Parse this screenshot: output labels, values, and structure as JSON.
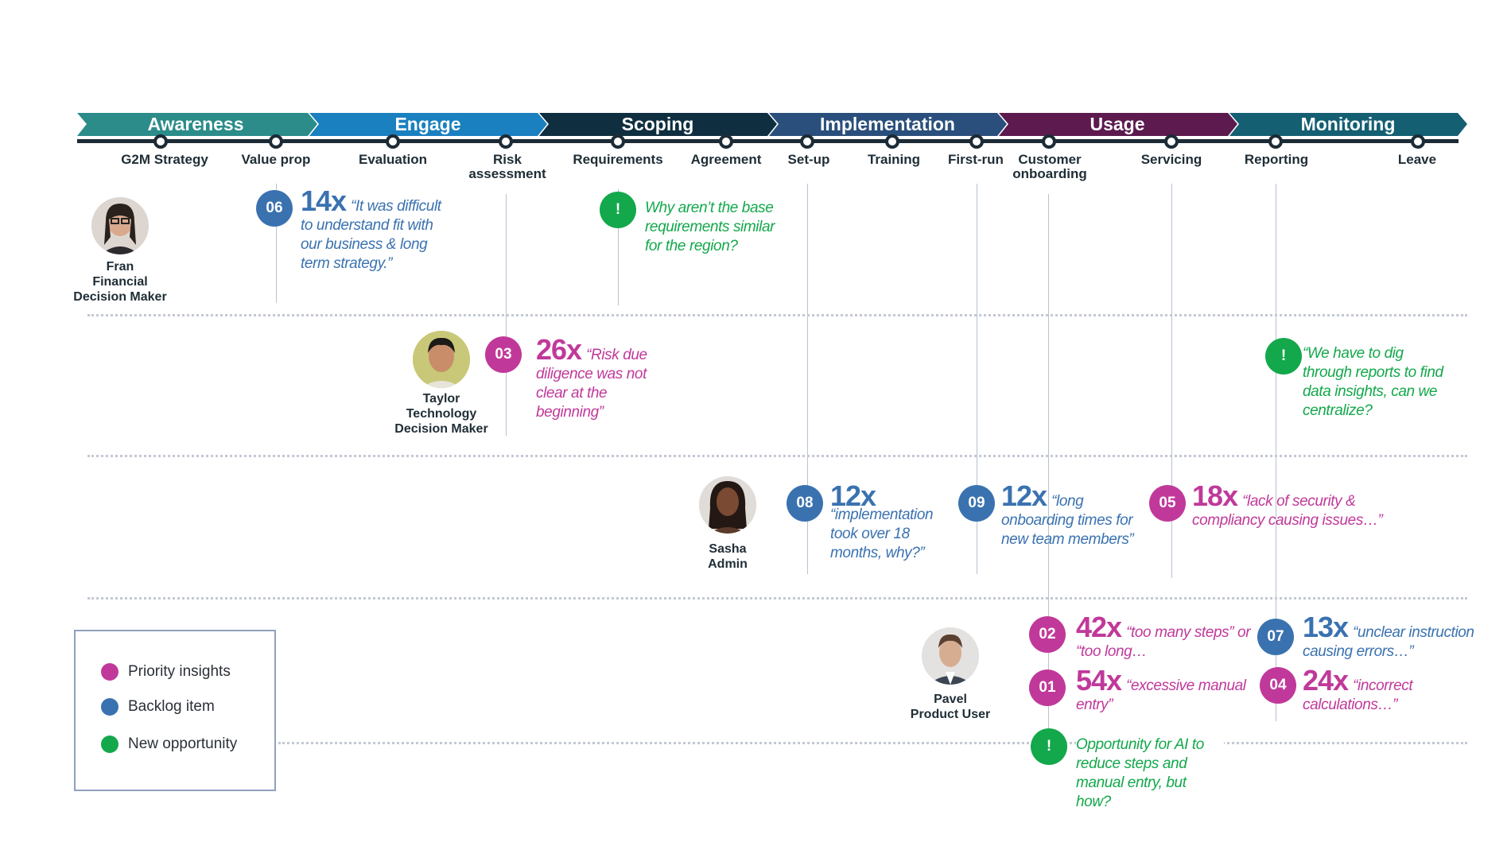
{
  "stages": [
    "Awareness",
    "Engage",
    "Scoping",
    "Implementation",
    "Usage",
    "Monitoring"
  ],
  "steps": [
    "G2M Strategy",
    "Value prop",
    "Evaluation",
    "Risk assessment",
    "Requirements",
    "Agreement",
    "Set-up",
    "Training",
    "First-run",
    "Customer onboarding",
    "Servicing",
    "Reporting",
    "Leave"
  ],
  "personas": [
    {
      "name": "Fran",
      "role": "Financial Decision Maker"
    },
    {
      "name": "Taylor",
      "role": "Technology Decision Maker"
    },
    {
      "name": "Sasha",
      "role": "Admin"
    },
    {
      "name": "Pavel",
      "role": "Product User"
    }
  ],
  "insights": {
    "i06": {
      "badge": "06",
      "count": "14x",
      "quote": "“It was difficult to understand fit with our business & long term strategy.”"
    },
    "i03": {
      "badge": "03",
      "count": "26x",
      "quote": "“Risk due diligence was not clear at the beginning”"
    },
    "i08": {
      "badge": "08",
      "count": "12x",
      "quote": "“implementation took over 18 months, why?”"
    },
    "i09": {
      "badge": "09",
      "count": "12x",
      "quote": "“long onboarding times for new team members”"
    },
    "i05": {
      "badge": "05",
      "count": "18x",
      "quote": "“lack of security & compliancy causing issues…”"
    },
    "i02": {
      "badge": "02",
      "count": "42x",
      "quote": "“too many steps” or “too long…"
    },
    "i01": {
      "badge": "01",
      "count": "54x",
      "quote": "“excessive manual entry”"
    },
    "i07": {
      "badge": "07",
      "count": "13x",
      "quote": "“unclear instruction causing errors…”"
    },
    "i04": {
      "badge": "04",
      "count": "24x",
      "quote": "“incorrect calculations…”"
    }
  },
  "opportunities": {
    "o1": {
      "badge": "!",
      "text": "Why aren’t the base requirements similar for the region?"
    },
    "o2": {
      "badge": "!",
      "text": "“We have to dig through reports to find data insights, can we centralize?"
    },
    "o3": {
      "badge": "!",
      "text": "Opportunity for AI to reduce steps and manual entry, but how?"
    }
  },
  "legend": [
    "Priority insights",
    "Backlog item",
    "New opportunity"
  ],
  "colors": {
    "priority": "#c0399a",
    "backlog": "#3a72b0",
    "opportunity": "#13a84b",
    "awareness": "#2b8c8a",
    "engage": "#1a80c0",
    "scoping": "#0f2f40",
    "implementation": "#2a4f7c",
    "usage": "#5c1a4e",
    "monitoring": "#145f72"
  }
}
